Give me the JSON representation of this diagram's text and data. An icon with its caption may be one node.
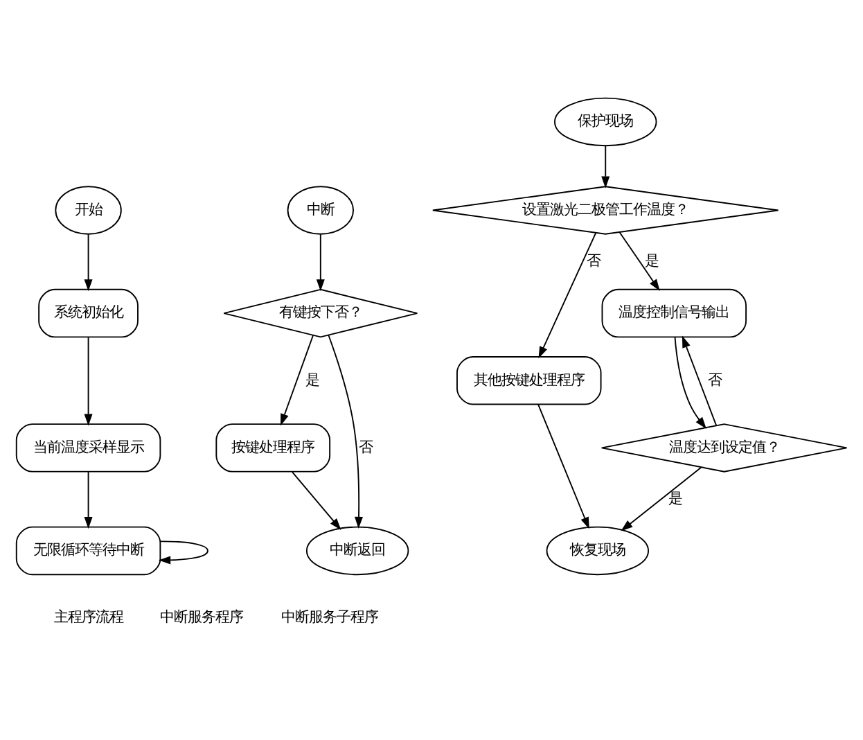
{
  "diagram": {
    "nodes": [
      {
        "text": [
          "开始"
        ]
      },
      {
        "text": [
          "系统初始化"
        ]
      },
      {
        "text": [
          "当前温度采样显示"
        ]
      },
      {
        "text": [
          "无限循环等待中断"
        ]
      },
      {
        "text": [
          "中断"
        ]
      },
      {
        "text": [
          "有键按下否？"
        ]
      },
      {
        "text": [
          "按键处理程序"
        ]
      },
      {
        "text": [
          "中断返回"
        ]
      },
      {
        "text": [
          "保护现场"
        ]
      },
      {
        "text": [
          "设置激光二极管工作温度？"
        ]
      },
      {
        "text": [
          "其他按键处理程序"
        ]
      },
      {
        "text": [
          "温度控制信号输出"
        ]
      },
      {
        "text": [
          "温度达到设定值？"
        ]
      },
      {
        "text": [
          "恢复现场"
        ]
      }
    ],
    "edges": [
      {
        "from": 0,
        "to": 1,
        "arrow": "to"
      },
      {
        "from": 1,
        "to": 2,
        "arrow": "to"
      },
      {
        "from": 2,
        "to": 3,
        "arrow": "to"
      },
      {
        "from": 3,
        "to": 3,
        "arrow": "to"
      },
      {
        "from": 4,
        "to": 5,
        "arrow": "to"
      },
      {
        "from": 5,
        "to": 6,
        "arrow": "to",
        "label": "是"
      },
      {
        "from": 6,
        "to": 7,
        "arrow": "to"
      },
      {
        "from": 5,
        "to": 7,
        "arrow": "to",
        "label": "否"
      },
      {
        "from": 8,
        "to": 9,
        "arrow": "to"
      },
      {
        "from": 9,
        "to": 10,
        "arrow": "to",
        "label": "否"
      },
      {
        "from": 9,
        "to": 11,
        "arrow": "to",
        "label": "是"
      },
      {
        "from": 11,
        "to": 12,
        "arrow": "to"
      },
      {
        "from": 12,
        "to": 11,
        "arrow": "to",
        "label": "否"
      },
      {
        "from": 12,
        "to": 13,
        "arrow": "to",
        "label": "是"
      },
      {
        "from": 10,
        "to": 13,
        "arrow": "to"
      }
    ],
    "labels": [
      "主程序流程",
      "中断服务程序",
      "中断服务子程序"
    ]
  }
}
